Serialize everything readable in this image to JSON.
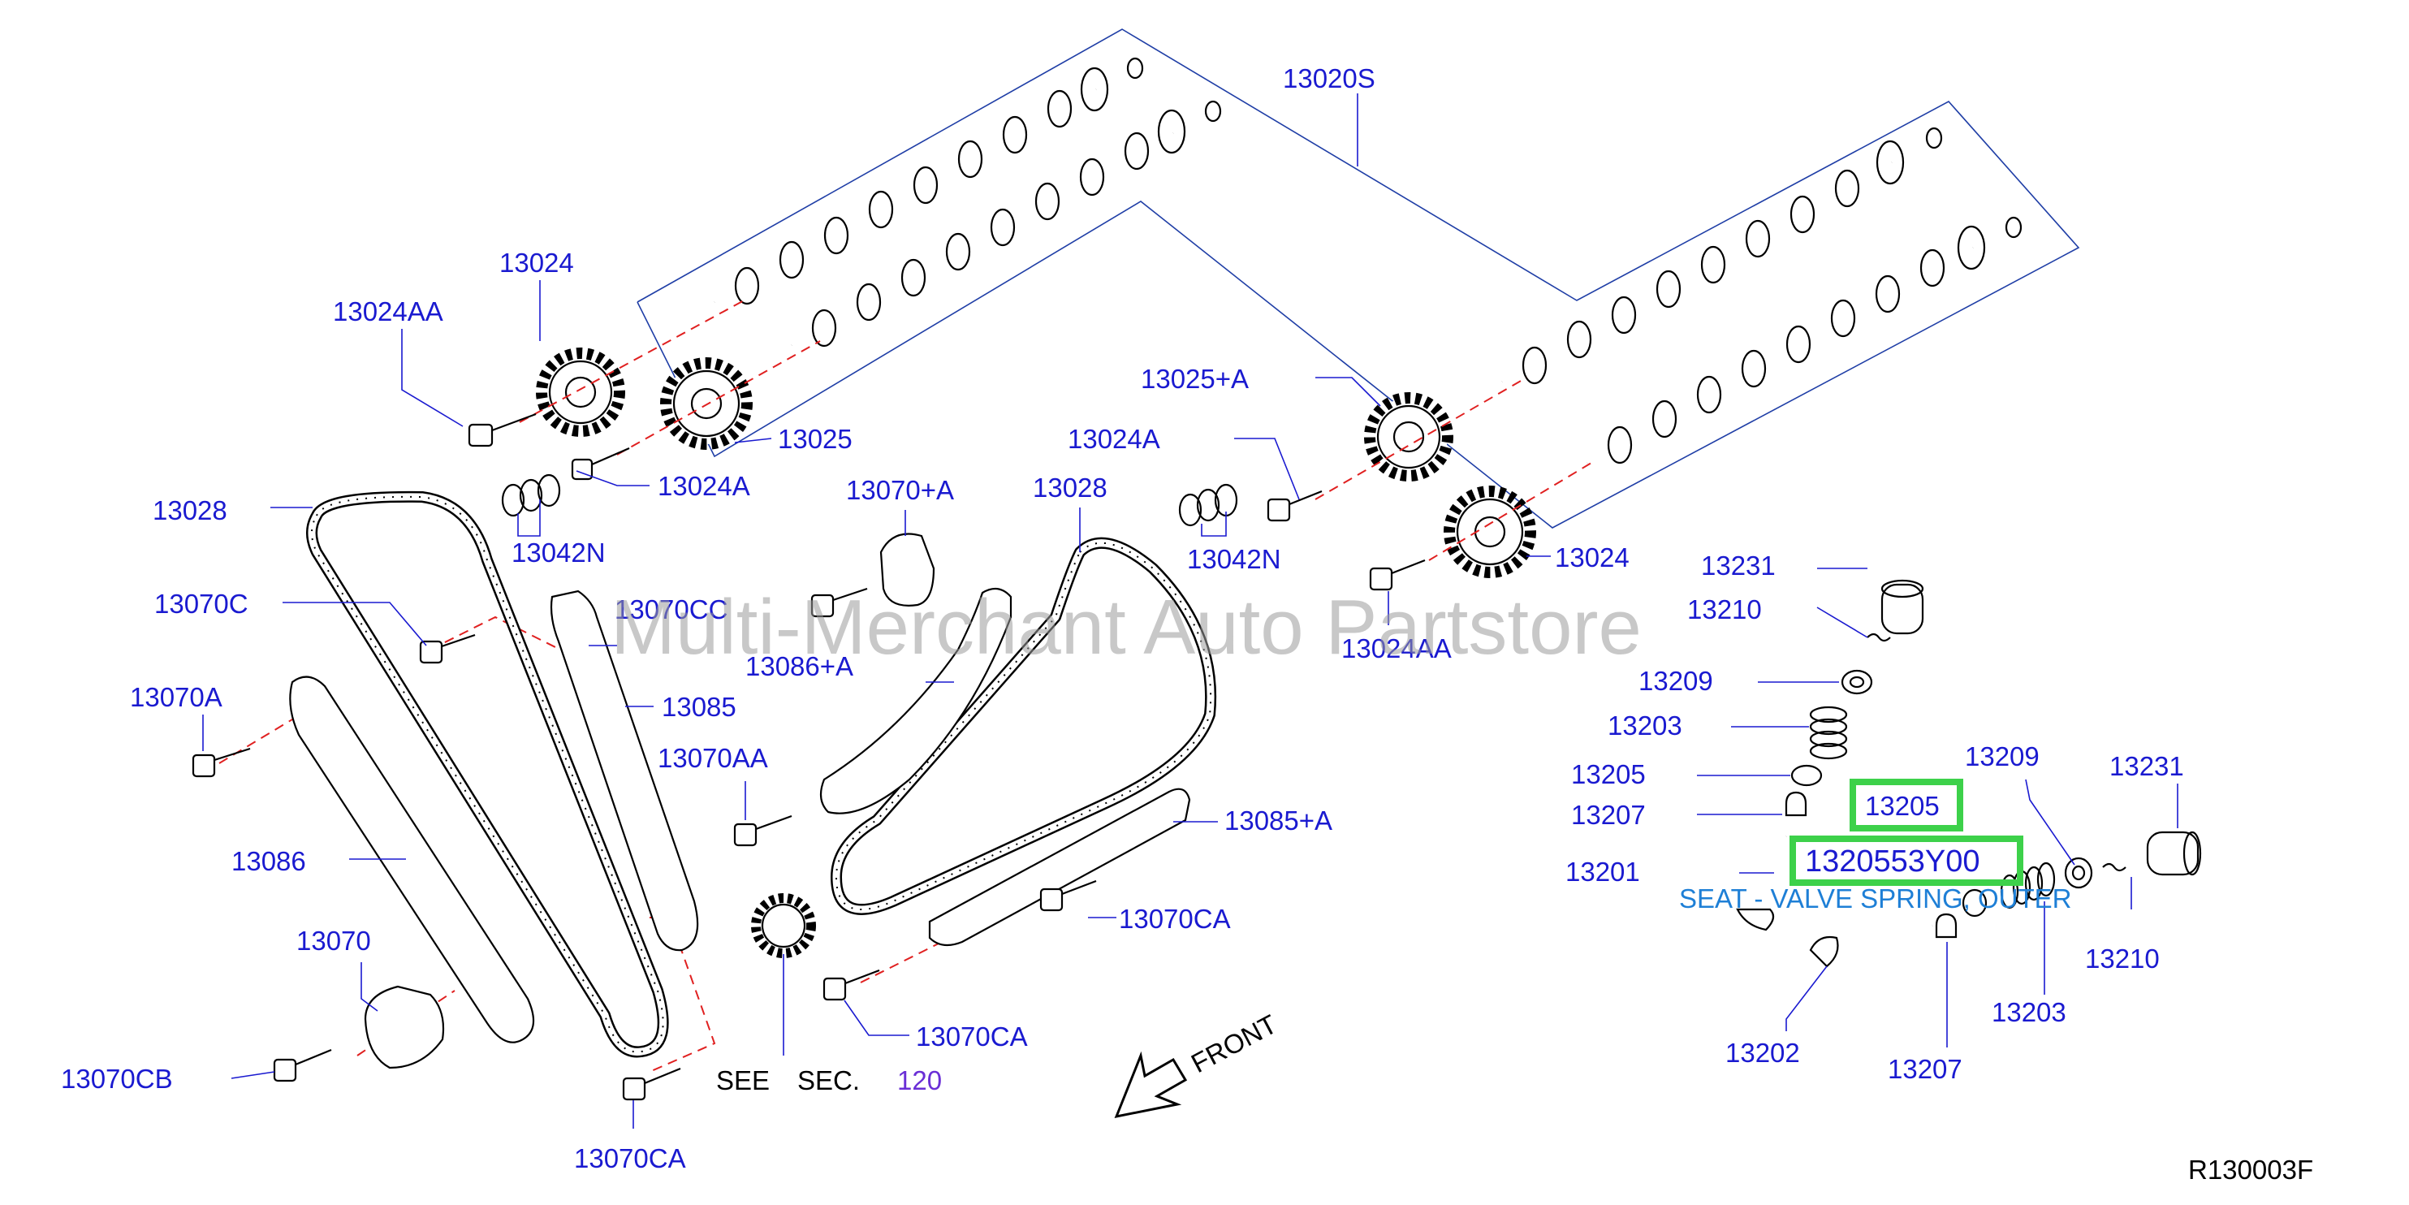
{
  "colors": {
    "label": "#1a1ad0",
    "ref_label": "#6a2fd6",
    "highlight": "#3dd14a",
    "tooltip": "#1e7fd6",
    "watermark": "#9a9a9a",
    "dash_line": "#e02020",
    "frame": "#1f3ea6"
  },
  "watermark": "Multi-Merchant Auto Partstore",
  "labels": {
    "l_13020S": "13020S",
    "l_13024_top": "13024",
    "l_13024AA_top": "13024AA",
    "l_13025": "13025",
    "l_13024A_left": "13024A",
    "l_13042N_left": "13042N",
    "l_13028_left": "13028",
    "l_13070C": "13070C",
    "l_13070CC": "13070CC",
    "l_13085": "13085",
    "l_13070A": "13070A",
    "l_13086": "13086",
    "l_13070": "13070",
    "l_13070CB": "13070CB",
    "l_13070CA_bottom": "13070CA",
    "l_13070pA": "13070+A",
    "l_13086pA": "13086+A",
    "l_13070AA": "13070AA",
    "l_13028_right": "13028",
    "l_13085pA": "13085+A",
    "l_13070CA_mid": "13070CA",
    "l_13070CA_low": "13070CA",
    "l_13025pA": "13025+A",
    "l_13024A_right": "13024A",
    "l_13042N_right": "13042N",
    "l_13024_right": "13024",
    "l_13024AA_right": "13024AA",
    "l_13231_top": "13231",
    "l_13210_top": "13210",
    "l_13209_top": "13209",
    "l_13203_top": "13203",
    "l_13205_left": "13205",
    "l_13207_left": "13207",
    "l_13201": "13201",
    "l_13209_right": "13209",
    "l_13231_right": "13231",
    "l_13210_right": "13210",
    "l_13203_bottom": "13203",
    "l_13202": "13202",
    "l_13207_bottom": "13207",
    "see": "SEE",
    "sec": "SEC.",
    "sec_num": "120",
    "front": "FRONT",
    "diagram_code": "R130003F"
  },
  "highlight": {
    "part_code": "13205",
    "part_number": "1320553Y00",
    "description": "SEAT - VALVE SPRING, OUTER"
  },
  "icons": [
    "front-arrow-icon"
  ]
}
